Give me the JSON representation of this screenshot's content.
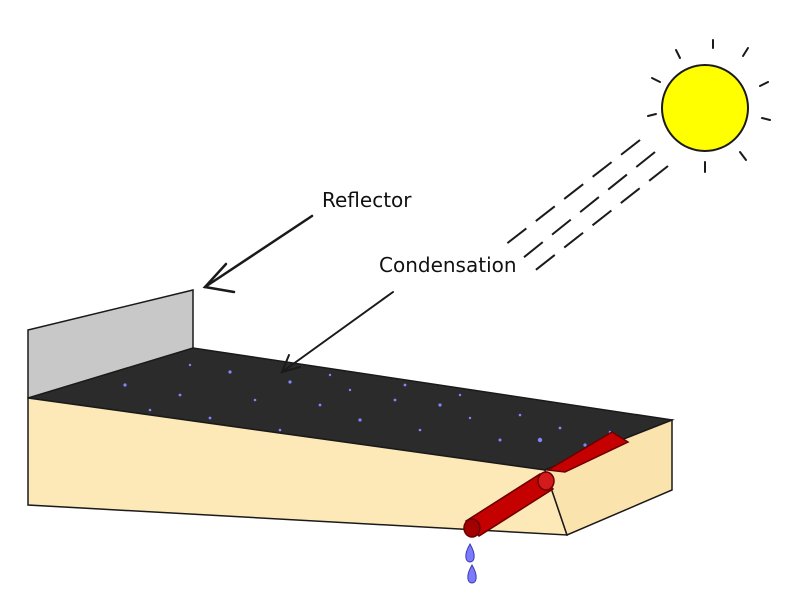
{
  "labels": {
    "reflector": "Reflector",
    "condensation": "Condensation"
  },
  "colors": {
    "background": "#ffffff",
    "sun_fill": "#ffff00",
    "outline": "#1a1a1a",
    "reflector_panel": "#c8c8c8",
    "water_surface": "#2b2b2b",
    "box_body": "#fde9b7",
    "box_side": "#fbe3ad",
    "pipe": "#c40000",
    "pipe_dark": "#8a0000",
    "droplet": "#7a7aff",
    "condensation_specks": "#8585ff"
  },
  "icons": {
    "sun": "sun-icon",
    "droplet": "water-droplet-icon",
    "pipe": "outlet-pipe"
  }
}
